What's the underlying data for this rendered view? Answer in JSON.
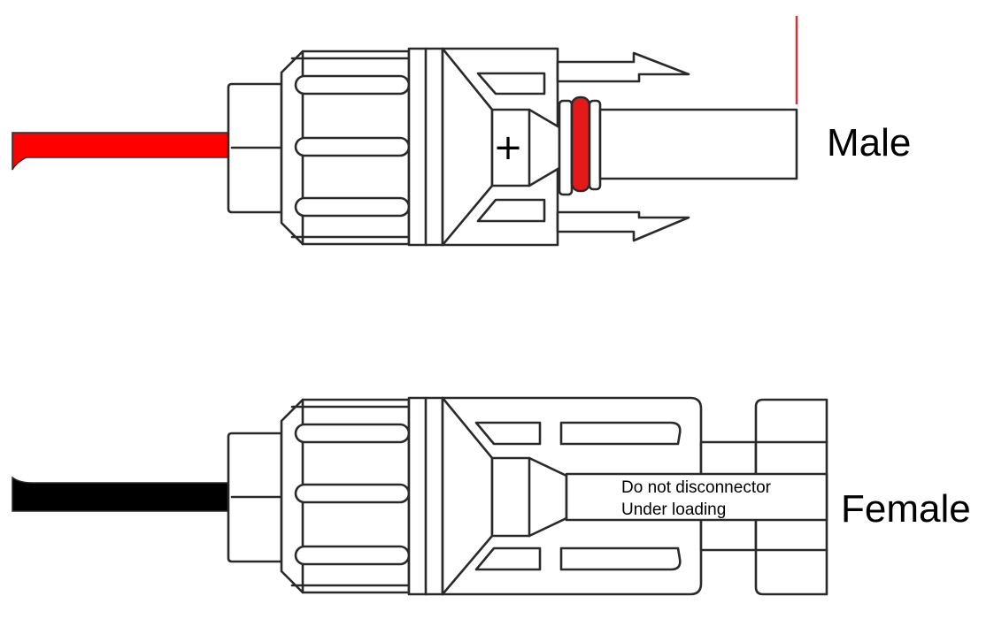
{
  "connectors": {
    "male": {
      "label": "Male",
      "polarity_symbol": "+",
      "cable_color": "#ff0000",
      "seal_ring_color": "#e41a1a"
    },
    "female": {
      "label": "Female",
      "warning_line1": "Do not disconnector",
      "warning_line2": "Under loading",
      "cable_color": "#000000"
    }
  },
  "colors": {
    "outline": "#2a2a2a",
    "background": "#ffffff",
    "indicator_line": "#d0303a"
  }
}
